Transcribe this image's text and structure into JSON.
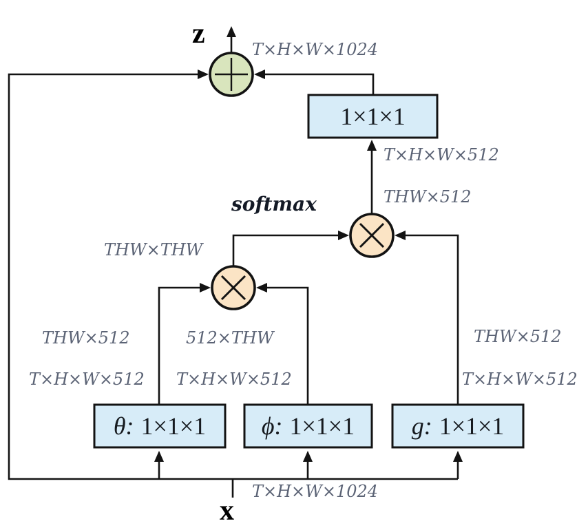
{
  "figure": {
    "output_label": "z",
    "input_label": "x",
    "softmax_label": "softmax"
  },
  "blocks": {
    "conv_out": {
      "kernel": "1×1×1"
    },
    "theta": {
      "letter": "θ:",
      "kernel": "1×1×1"
    },
    "phi": {
      "letter": "ϕ:",
      "kernel": "1×1×1"
    },
    "g": {
      "letter": "g:",
      "kernel": "1×1×1"
    }
  },
  "dims": {
    "output": "T×H×W×1024",
    "input": "T×H×W×1024",
    "conv_out_4d": "T×H×W×512",
    "conv_out_3d": "THW×512",
    "affinity": "THW×THW",
    "theta_3d": "THW×512",
    "theta_4d": "T×H×W×512",
    "phi_3d": "512×THW",
    "phi_4d": "T×H×W×512",
    "g_3d": "THW×512",
    "g_4d": "T×H×W×512"
  },
  "colors": {
    "block_fill": "#d7ecf8",
    "matmul_fill": "#fbe4c5",
    "add_fill": "#d9e5bd",
    "line": "#131313"
  }
}
